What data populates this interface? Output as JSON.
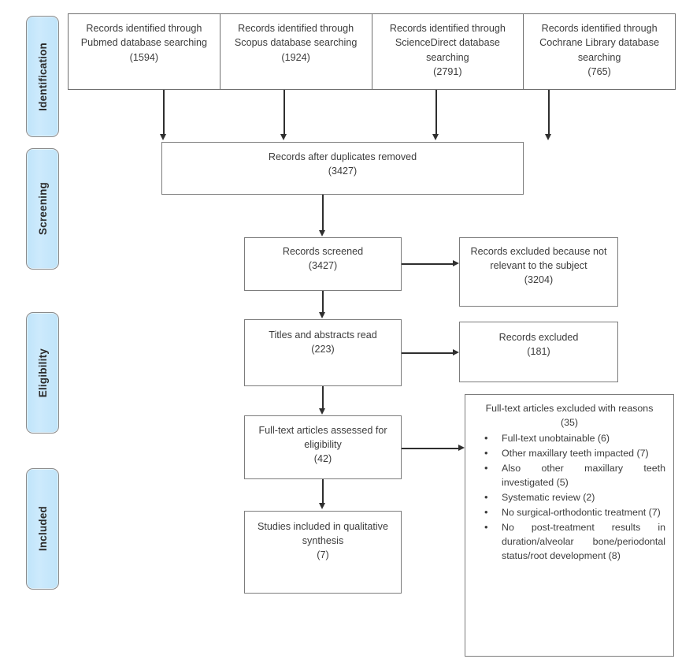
{
  "diagram": {
    "type": "prisma-flow-diagram",
    "stages": [
      {
        "id": "identification",
        "label": "Identification"
      },
      {
        "id": "screening",
        "label": "Screening"
      },
      {
        "id": "eligibility",
        "label": "Eligibility"
      },
      {
        "id": "included",
        "label": "Included"
      }
    ],
    "identification_sources": [
      {
        "text": "Records identified through Pubmed database searching",
        "count": "(1594)"
      },
      {
        "text": "Records identified through Scopus database searching",
        "count": "(1924)"
      },
      {
        "text": "Records identified through ScienceDirect database searching",
        "count": "(2791)"
      },
      {
        "text": "Records identified through Cochrane Library database searching",
        "count": "(765)"
      }
    ],
    "duplicates_removed": {
      "text": "Records after duplicates removed",
      "count": "(3427)"
    },
    "records_screened": {
      "text": "Records screened",
      "count": "(3427)"
    },
    "records_excluded_not_relevant": {
      "text": "Records excluded because not relevant to the subject",
      "count": "(3204)"
    },
    "titles_abstracts_read": {
      "text": "Titles and abstracts read",
      "count": "(223)"
    },
    "records_excluded": {
      "text": "Records excluded",
      "count": "(181)"
    },
    "fulltext_assessed": {
      "text": "Full-text articles assessed for eligibility",
      "count": "(42)"
    },
    "studies_included": {
      "text": "Studies included in qualitative synthesis",
      "count": "(7)"
    },
    "fulltext_excluded": {
      "title": "Full-text articles excluded with reasons (35)",
      "reasons": [
        "Full-text unobtainable (6)",
        "Other maxillary teeth impacted (7)",
        "Also other maxillary teeth investigated (5)",
        "Systematic review (2)",
        "No surgical-orthodontic treatment (7)",
        "No post-treatment results in duration/alveolar bone/periodontal status/root development (8)"
      ]
    },
    "colors": {
      "stage_bar_fill": "#c7e7fb",
      "stage_bar_border": "#8a8a8a",
      "box_border": "#7c7c7c",
      "connector": "#2f2f2f",
      "text": "#3c3c3c",
      "background": "#ffffff"
    }
  }
}
